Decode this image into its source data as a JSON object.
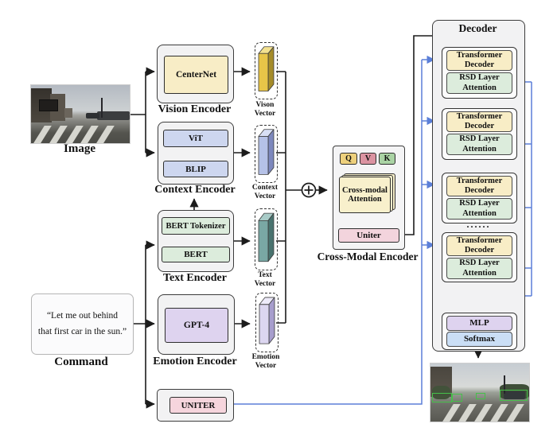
{
  "figure": {
    "input": {
      "image_label": "Image",
      "command_label": "Command",
      "command_text": "“Let me out behind\nthat first car in the sun.”"
    },
    "encoders": {
      "vision": {
        "caption": "Vision Encoder",
        "box": "CenterNet",
        "vector_label": "Vison\nVector"
      },
      "context": {
        "caption": "Context Encoder",
        "boxes": [
          "ViT",
          "BLIP"
        ],
        "vector_label": "Context\nVector"
      },
      "text": {
        "caption": "Text Encoder",
        "boxes": [
          "BERT Tokenizer",
          "BERT"
        ],
        "vector_label": "Text\nVector"
      },
      "emotion": {
        "caption": "Emotion Encoder",
        "box": "GPT-4",
        "vector_label": "Emotion\nVector"
      },
      "uniter": {
        "box": "UNITER"
      }
    },
    "cross_modal": {
      "caption": "Cross-Modal Encoder",
      "q": "Q",
      "v": "V",
      "k": "K",
      "attention": "Cross-modal\nAttention",
      "uniter": "Uniter"
    },
    "decoder": {
      "caption": "Decoder",
      "blocks": [
        {
          "transformer": "Transformer\nDecoder",
          "rsd": "RSD Layer\nAttention"
        },
        {
          "transformer": "Transformer\nDecoder",
          "rsd": "RSD Layer\nAttention"
        },
        {
          "transformer": "Transformer\nDecoder",
          "rsd": "RSD Layer\nAttention"
        },
        {
          "transformer": "Transformer\nDecoder",
          "rsd": "RSD Layer\nAttention"
        }
      ],
      "ellipsis": "......",
      "mlp": "MLP",
      "softmax": "Softmax"
    }
  },
  "colors": {
    "panel": "#f2f2f3",
    "panel_border": "#3c3c3c",
    "box_yellow": "#f8edc6",
    "box_blue": "#cdd6ef",
    "box_green": "#dcecdc",
    "box_purple": "#ded3ef",
    "box_pink": "#f6d5dd",
    "q_yellow": "#edd07c",
    "v_pink": "#db93a1",
    "k_green": "#aad3a4",
    "attn_yellow": "#f8f0cc",
    "uniter_pink": "#f3d4dd",
    "mlp_purple": "#ded3ef",
    "softmax_blue": "#cadef5",
    "line_black": "#1c1c1c",
    "line_blue": "#5b7fd8",
    "vec_vision": "#e8c548",
    "vec_vision_side": "#a58c2a",
    "vec_vision_top": "#f3e18f",
    "vec_context": "#b5c1e7",
    "vec_context_side": "#7d88bd",
    "vec_context_top": "#d8dff5",
    "vec_text": "#79a8a4",
    "vec_text_side": "#49736f",
    "vec_text_top": "#a8cbc7",
    "vec_emotion": "#dcd6f0",
    "vec_emotion_side": "#a79ecd",
    "vec_emotion_top": "#eeebfa",
    "command_bg": "#fbfbfc",
    "command_border": "#b5b5b5",
    "det_green": "#46c04a"
  }
}
